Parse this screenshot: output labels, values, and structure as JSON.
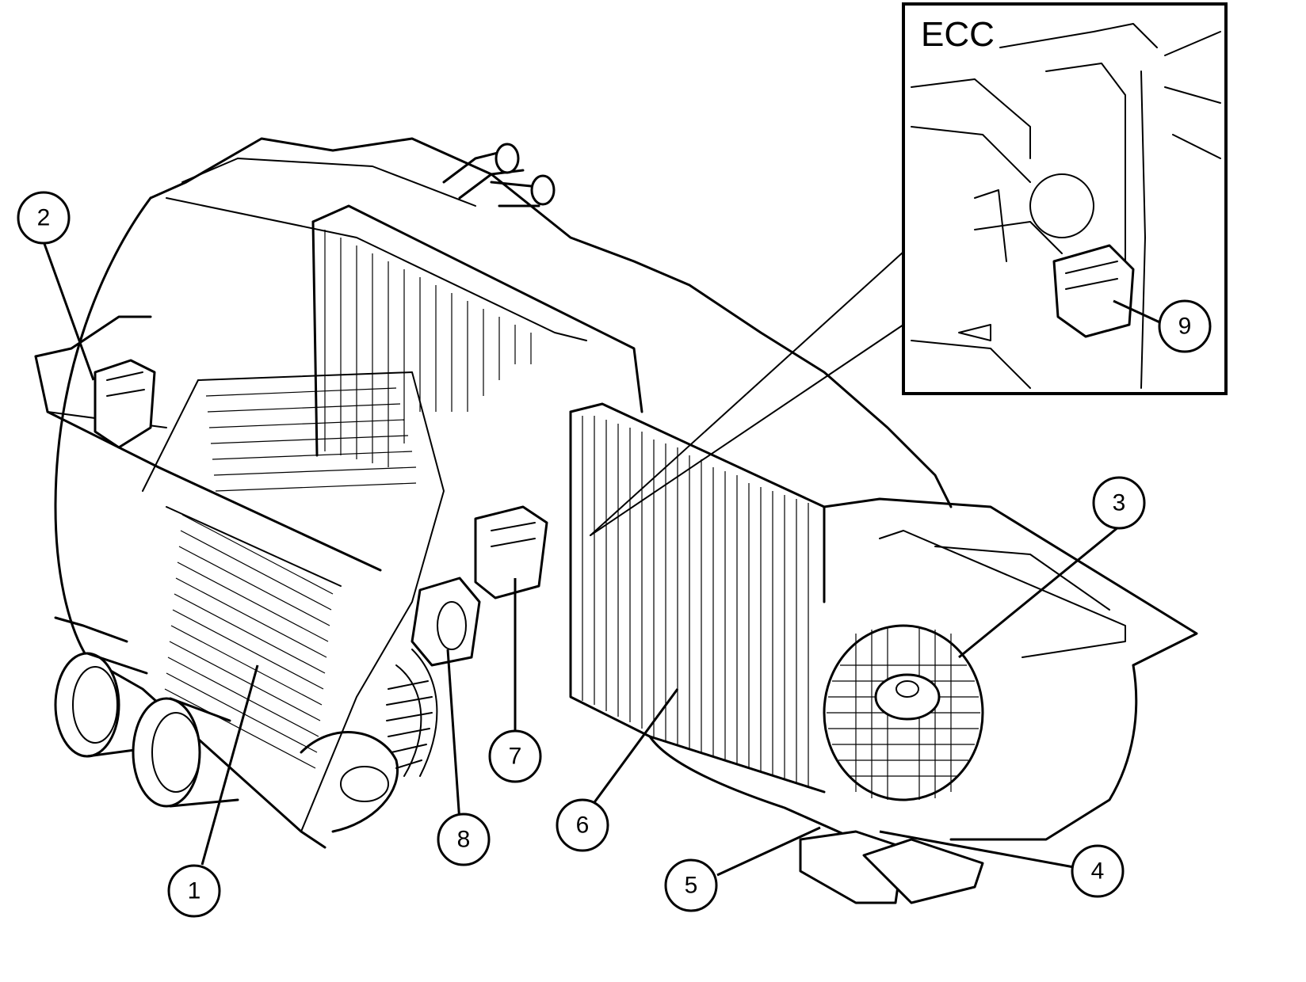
{
  "diagram": {
    "inset": {
      "title": "ECC"
    },
    "callouts": [
      {
        "id": "1",
        "label": "1"
      },
      {
        "id": "2",
        "label": "2"
      },
      {
        "id": "3",
        "label": "3"
      },
      {
        "id": "4",
        "label": "4"
      },
      {
        "id": "5",
        "label": "5"
      },
      {
        "id": "6",
        "label": "6"
      },
      {
        "id": "7",
        "label": "7"
      },
      {
        "id": "8",
        "label": "8"
      },
      {
        "id": "9",
        "label": "9"
      }
    ]
  }
}
